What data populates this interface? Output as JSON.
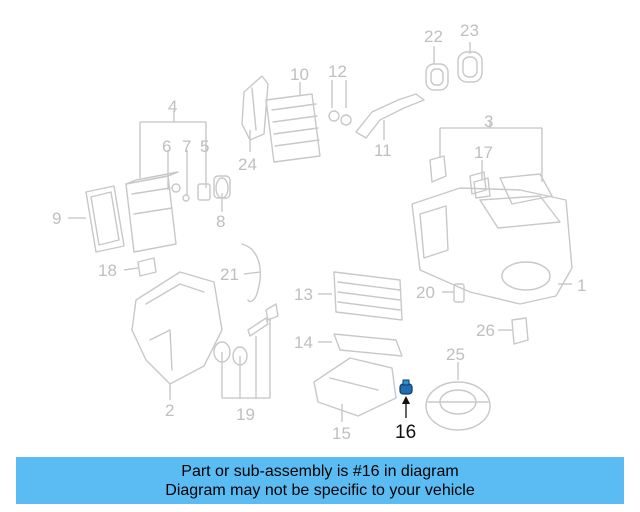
{
  "diagram": {
    "highlight_color": "#2a8fd6",
    "muted_color": "#c8c8c8",
    "labels": {
      "p1": "1",
      "p2": "2",
      "p3": "3",
      "p4": "4",
      "p5": "5",
      "p6": "6",
      "p7": "7",
      "p8": "8",
      "p9": "9",
      "p10": "10",
      "p11": "11",
      "p12": "12",
      "p13": "13",
      "p14": "14",
      "p15": "15",
      "p16": "16",
      "p17": "17",
      "p18": "18",
      "p19": "19",
      "p20": "20",
      "p21": "21",
      "p22": "22",
      "p23": "23",
      "p24": "24",
      "p25": "25",
      "p26": "26"
    }
  },
  "banner": {
    "line1": "Part or sub-assembly is #16 in diagram",
    "line2": "Diagram may not be specific to your vehicle",
    "color": "#5bbcf3"
  }
}
